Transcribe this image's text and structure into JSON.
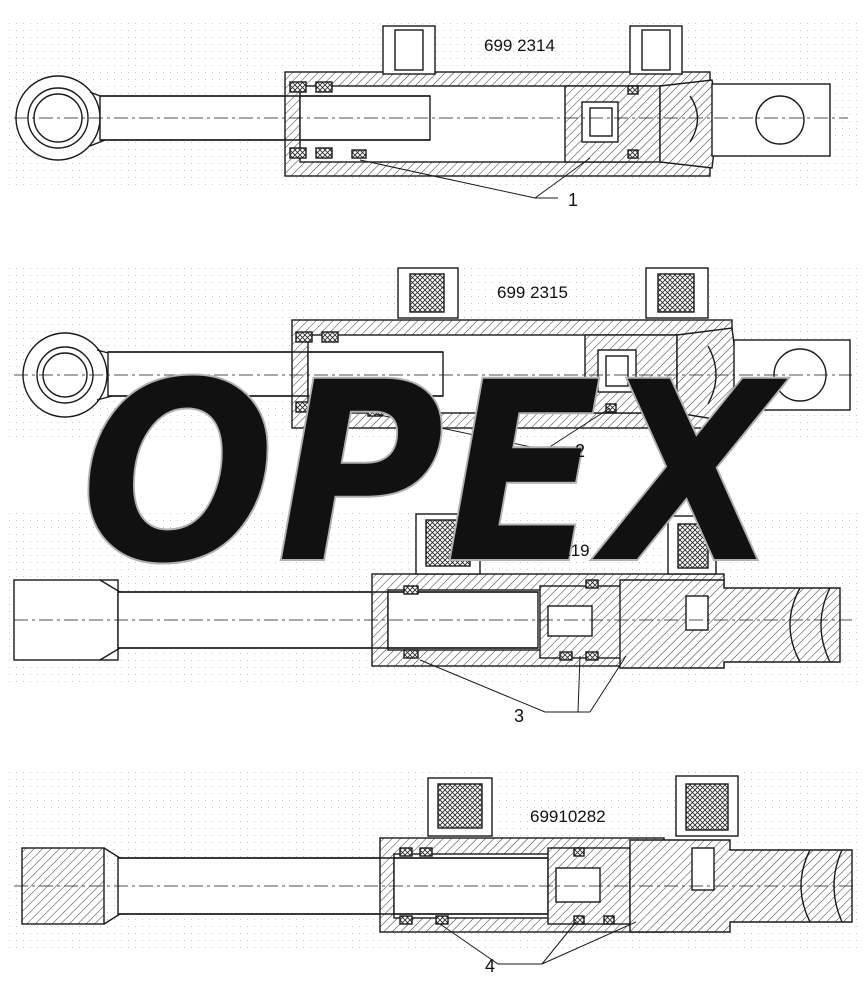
{
  "drawing": {
    "background": "#ffffff",
    "line_color": "#1a1a1a",
    "dot_color": "#c8c8c8",
    "watermark_text": "OPEX",
    "watermark_color": "#b0b0b0",
    "cylinders": [
      {
        "part_number": "699 2314",
        "callout": "1"
      },
      {
        "part_number": "699 2315",
        "callout": "2"
      },
      {
        "part_number": "69910219",
        "callout": "3"
      },
      {
        "part_number": "69910282",
        "callout": "4"
      }
    ]
  }
}
